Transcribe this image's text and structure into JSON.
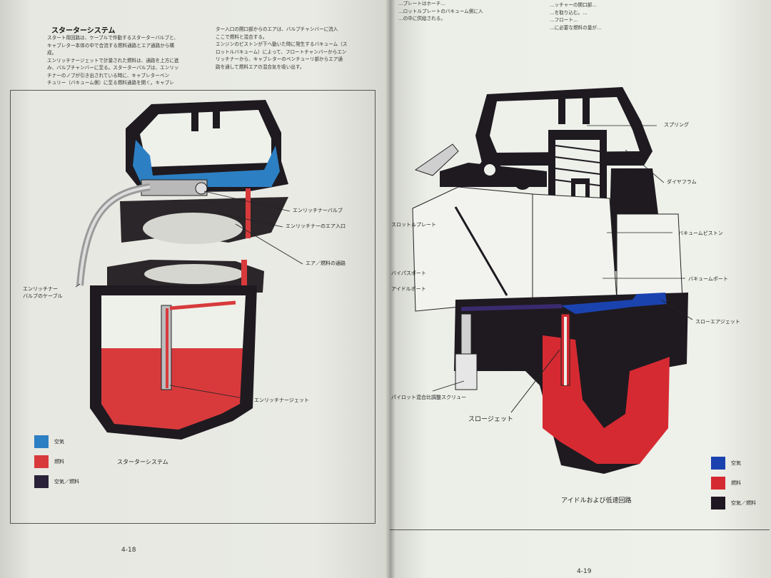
{
  "left_page": {
    "section_title": "スターターシステム",
    "col1_text": "スタート用回路は、ケーブルで作動するスターターバルブと、\nキャブレター本体の中で合流する燃料通路とエア通路から構\n成。\nエンリッチナージェットで計量された燃料は、通路を上方に進\nみ、バルブチャンバーに至る。スターターバルブは、エンリッ\nチナーのノブが引き出されている時に、キャブレターベン\nチュリー（バキューム側）に至る燃料通路を開く。キャブレ",
    "col2_text": "ター入口の開口部からのエアは、バルブチャンバーに流入\nここで燃料と混合する。\nエンジンのピストンが下へ動いた時に発生するバキューム（ス\nロットルバキューム）によって、フロートチャンバーからエン\nリッチナーから、キャブレターのベンチューリ部からエア通\n路を通して燃料エアの混合気を吸い出す。",
    "callouts": {
      "enricher_valve": "エンリッチナーバルブ",
      "enricher_air_inlet": "エンリッチナーのエア入口",
      "air_fuel_passage": "エア／燃料の通路",
      "enricher_cable": "エンリッチナー\nバルブのケーブル",
      "enricher_jet": "エンリッチナージェット"
    },
    "legend": [
      {
        "label": "空気",
        "color": "#2d7fc3"
      },
      {
        "label": "燃料",
        "color": "#d83a3c"
      },
      {
        "label": "空気／燃料",
        "color": "#2a2238"
      }
    ],
    "caption": "スターターシステム",
    "page_number": "4-18"
  },
  "right_page": {
    "top_text": "…プレートはホーチ…\n…ロットルプレートのバキューム側に入\n…の中に供給される。",
    "top_text2": "…ッチャーの開口部…\n…を取り込む。…\n…フロート…\n…に必要な燃料の量が…",
    "callouts": {
      "spring": "スプリング",
      "diaphragm": "ダイヤフラム",
      "vacuum_piston": "バキュームピストン",
      "throttle_plate": "スロットルプレート",
      "bypass_port": "バイパスポート",
      "idle_port": "アイドルポート",
      "vacuum_port": "バキュームポート",
      "slow_air_jet": "スローエアジェット",
      "mixture_screw": "パイロット混合比調整スクリュー",
      "slow_jet": "スロージェット"
    },
    "legend": [
      {
        "label": "空気",
        "color": "#1b43b0"
      },
      {
        "label": "燃料",
        "color": "#d62a32"
      },
      {
        "label": "空気／燃料",
        "color": "#1f1722"
      }
    ],
    "caption": "アイドルおよび低速回路",
    "page_number": "4-19"
  }
}
